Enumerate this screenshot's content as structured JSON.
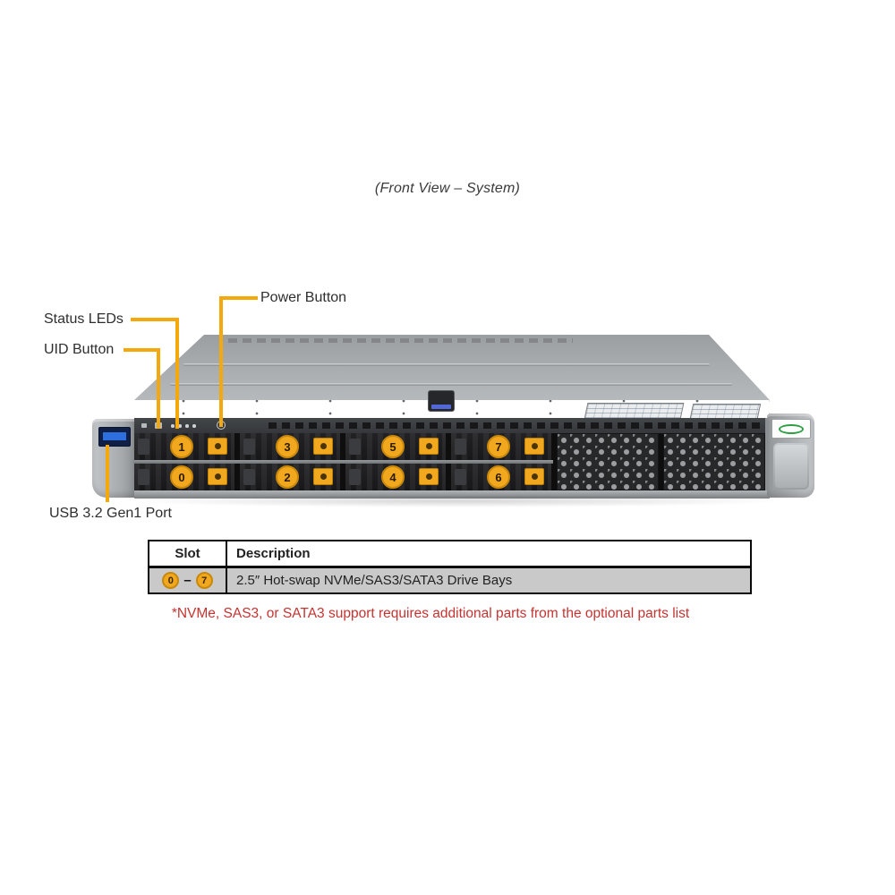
{
  "title": "(Front View – System)",
  "colors": {
    "accent_orange": "#F3A90B",
    "badge_orange": "#F1A71E",
    "note_red": "#C43431",
    "table_row_gray": "#C9C9C9",
    "usb_blue": "#2E6FE0",
    "logo_green": "#2F9E44"
  },
  "callouts": {
    "power_button": "Power Button",
    "status_leds": "Status LEDs",
    "uid_button": "UID Button",
    "usb_port": "USB 3.2 Gen1 Port"
  },
  "server": {
    "bays": [
      "1",
      "0",
      "3",
      "2",
      "5",
      "4",
      "7",
      "6"
    ]
  },
  "table": {
    "headers": {
      "slot": "Slot",
      "description": "Description"
    },
    "row": {
      "slot_from": "0",
      "slot_dash": "–",
      "slot_to": "7",
      "description": "2.5″ Hot-swap NVMe/SAS3/SATA3 Drive Bays"
    }
  },
  "note": "*NVMe, SAS3, or SATA3 support requires additional parts from the optional parts list"
}
